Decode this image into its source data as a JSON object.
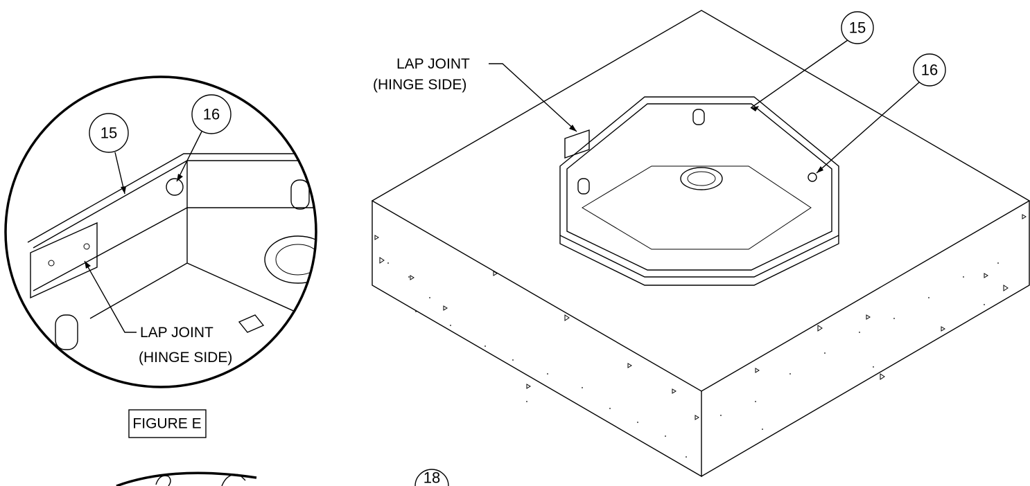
{
  "main_view": {
    "balloon_15": "15",
    "balloon_16": "16",
    "balloon_18": "18",
    "lap_joint_line1": "LAP JOINT",
    "lap_joint_line2": "(HINGE SIDE)"
  },
  "detail_view": {
    "balloon_15": "15",
    "balloon_16": "16",
    "lap_joint_line1": "LAP JOINT",
    "lap_joint_line2": "(HINGE SIDE)",
    "figure_label": "FIGURE E"
  },
  "colors": {
    "line": "#000000",
    "background": "#ffffff"
  }
}
